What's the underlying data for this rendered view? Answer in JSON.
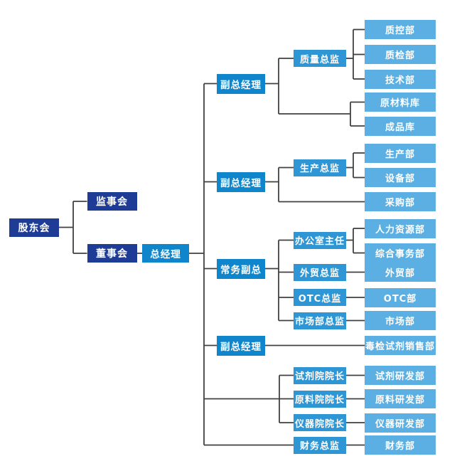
{
  "diagram": {
    "kind": "org-chart",
    "language": "zh-CN"
  },
  "palette": {
    "board": "#1e3c96",
    "executive": "#0f86cc",
    "director": "#2e96d5",
    "department": "#5bafe2",
    "connector": "#404040",
    "background": "#ffffff",
    "text": "#ffffff"
  },
  "nodes": [
    {
      "id": "shareholders-meeting",
      "label": "股东会",
      "level": "board",
      "parent": null
    },
    {
      "id": "supervisory-board",
      "label": "监事会",
      "level": "board",
      "parent": "shareholders-meeting"
    },
    {
      "id": "board-of-directors",
      "label": "董事会",
      "level": "board",
      "parent": "shareholders-meeting"
    },
    {
      "id": "general-manager",
      "label": "总经理",
      "level": "executive",
      "parent": "board-of-directors"
    },
    {
      "id": "deputy-gm-1",
      "label": "副总经理",
      "level": "executive",
      "parent": "general-manager"
    },
    {
      "id": "deputy-gm-2",
      "label": "副总经理",
      "level": "executive",
      "parent": "general-manager"
    },
    {
      "id": "executive-deputy-gm",
      "label": "常务副总",
      "level": "executive",
      "parent": "general-manager"
    },
    {
      "id": "deputy-gm-3",
      "label": "副总经理",
      "level": "executive",
      "parent": "general-manager"
    },
    {
      "id": "quality-director",
      "label": "质量总监",
      "level": "director",
      "parent": "deputy-gm-1"
    },
    {
      "id": "qc-dept",
      "label": "质控部",
      "level": "department",
      "parent": "quality-director"
    },
    {
      "id": "inspection-dept",
      "label": "质检部",
      "level": "department",
      "parent": "quality-director"
    },
    {
      "id": "technology-dept",
      "label": "技术部",
      "level": "department",
      "parent": "quality-director"
    },
    {
      "id": "raw-material-warehouse",
      "label": "原材料库",
      "level": "department",
      "parent": "deputy-gm-1"
    },
    {
      "id": "finished-goods-warehouse",
      "label": "成品库",
      "level": "department",
      "parent": "deputy-gm-1"
    },
    {
      "id": "production-director",
      "label": "生产总监",
      "level": "director",
      "parent": "deputy-gm-2"
    },
    {
      "id": "production-dept",
      "label": "生产部",
      "level": "department",
      "parent": "production-director"
    },
    {
      "id": "equipment-dept",
      "label": "设备部",
      "level": "department",
      "parent": "production-director"
    },
    {
      "id": "purchasing-dept",
      "label": "采购部",
      "level": "department",
      "parent": "deputy-gm-2"
    },
    {
      "id": "office-chief",
      "label": "办公室主任",
      "level": "director",
      "parent": "executive-deputy-gm"
    },
    {
      "id": "hr-dept",
      "label": "人力资源部",
      "level": "department",
      "parent": "office-chief"
    },
    {
      "id": "general-affairs-dept",
      "label": "综合事务部",
      "level": "department",
      "parent": "office-chief"
    },
    {
      "id": "foreign-trade-director",
      "label": "外贸总监",
      "level": "director",
      "parent": "executive-deputy-gm"
    },
    {
      "id": "foreign-trade-dept",
      "label": "外贸部",
      "level": "department",
      "parent": "foreign-trade-director"
    },
    {
      "id": "otc-director",
      "label": "OTC总监",
      "level": "director",
      "parent": "executive-deputy-gm"
    },
    {
      "id": "otc-dept",
      "label": "OTC部",
      "level": "department",
      "parent": "otc-director"
    },
    {
      "id": "marketing-director",
      "label": "市场部总监",
      "level": "director",
      "parent": "executive-deputy-gm"
    },
    {
      "id": "marketing-dept",
      "label": "市场部",
      "level": "department",
      "parent": "marketing-director"
    },
    {
      "id": "toxin-reagent-sales-dept",
      "label": "毒检试剂销售部",
      "level": "department",
      "parent": "deputy-gm-3"
    },
    {
      "id": "reagent-institute-dean",
      "label": "试剂院院长",
      "level": "director",
      "parent": "general-manager"
    },
    {
      "id": "reagent-rd-dept",
      "label": "试剂研发部",
      "level": "department",
      "parent": "reagent-institute-dean"
    },
    {
      "id": "material-institute-dean",
      "label": "原料院院长",
      "level": "director",
      "parent": "general-manager"
    },
    {
      "id": "material-rd-dept",
      "label": "原料研发部",
      "level": "department",
      "parent": "material-institute-dean"
    },
    {
      "id": "instrument-institute-dean",
      "label": "仪器院院长",
      "level": "director",
      "parent": "general-manager"
    },
    {
      "id": "instrument-rd-dept",
      "label": "仪器研发部",
      "level": "department",
      "parent": "instrument-institute-dean"
    },
    {
      "id": "finance-director",
      "label": "财务总监",
      "level": "director",
      "parent": "general-manager"
    },
    {
      "id": "finance-dept",
      "label": "财务部",
      "level": "department",
      "parent": "finance-director"
    }
  ]
}
